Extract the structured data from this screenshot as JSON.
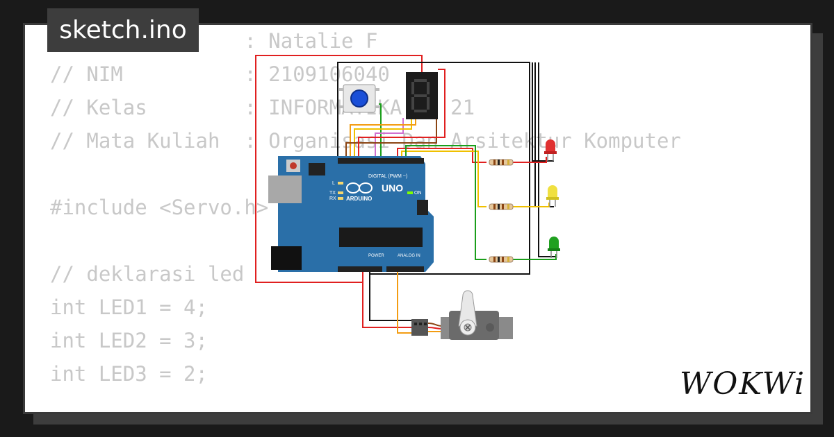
{
  "tab": {
    "filename": "sketch.ino"
  },
  "code_lines": [
    "// Nama         : Natalie F",
    "// NIM          : 2109106040",
    "// Kelas        : INFORMATIKA A2 21",
    "// Mata Kuliah  : Organisasi Dan Arsitektur Komputer",
    "",
    "#include <Servo.h>",
    "",
    "// deklarasi led",
    "int LED1 = 4;",
    "int LED2 = 3;",
    "int LED3 = 2;"
  ],
  "board": {
    "model": "UNO",
    "brand": "ARDUINO",
    "digital_label": "DIGITAL (PWM ~)",
    "power_label": "POWER",
    "analog_label": "ANALOG IN",
    "tx_label": "TX",
    "rx_label": "RX",
    "l_label": "L",
    "on_label": "ON"
  },
  "logo": {
    "text": "WOKWi"
  },
  "colors": {
    "board": "#2a6fa8",
    "wire_red": "#e02020",
    "wire_black": "#111111",
    "wire_green": "#1a9e1a",
    "wire_yellow": "#f0c000",
    "wire_orange": "#f39c12",
    "wire_brown": "#8b4513",
    "wire_pink": "#d070d0",
    "led_red": "#e03030",
    "led_yellow": "#f0e040",
    "led_green": "#20a020",
    "button_cap": "#1a4fd8"
  }
}
